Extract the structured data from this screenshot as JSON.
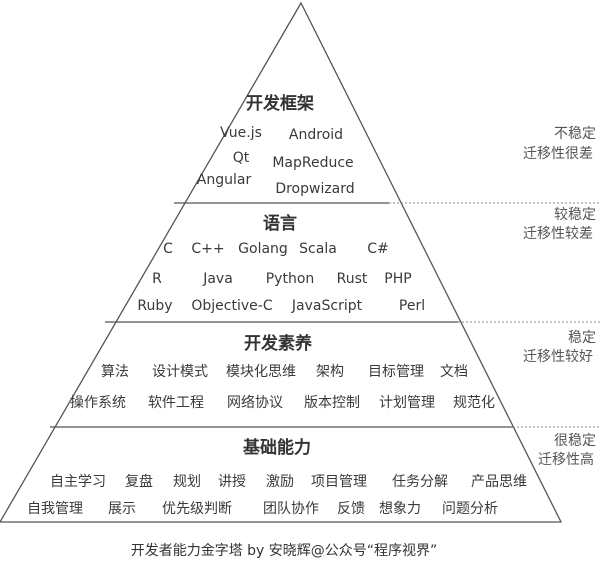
{
  "pyramid": {
    "layers": [
      {
        "title": "开发框架",
        "items": [
          "Vue.js",
          "Android",
          "Qt",
          "MapReduce",
          "Angular",
          "Dropwizard"
        ],
        "stability": [
          "不稳定",
          "迁移性很差"
        ]
      },
      {
        "title": "语言",
        "items": [
          "C",
          "C++",
          "Golang",
          "Scala",
          "C#",
          "R",
          "Java",
          "Python",
          "Rust",
          "PHP",
          "Ruby",
          "Objective-C",
          "JavaScript",
          "Perl"
        ],
        "stability": [
          "较稳定",
          "迁移性较差"
        ]
      },
      {
        "title": "开发素养",
        "items": [
          "算法",
          "设计模式",
          "模块化思维",
          "架构",
          "目标管理",
          "文档",
          "操作系统",
          "软件工程",
          "网络协议",
          "版本控制",
          "计划管理",
          "规范化"
        ],
        "stability": [
          "稳定",
          "迁移性较好"
        ]
      },
      {
        "title": "基础能力",
        "items": [
          "自主学习",
          "复盘",
          "规划",
          "讲授",
          "激励",
          "项目管理",
          "任务分解",
          "产品思维",
          "自我管理",
          "展示",
          "优先级判断",
          "团队协作",
          "反馈",
          "想象力",
          "问题分析"
        ],
        "stability": [
          "很稳定",
          "迁移性高"
        ]
      }
    ]
  },
  "caption": "开发者能力金字塔 by 安晓辉@公众号“程序视界”"
}
